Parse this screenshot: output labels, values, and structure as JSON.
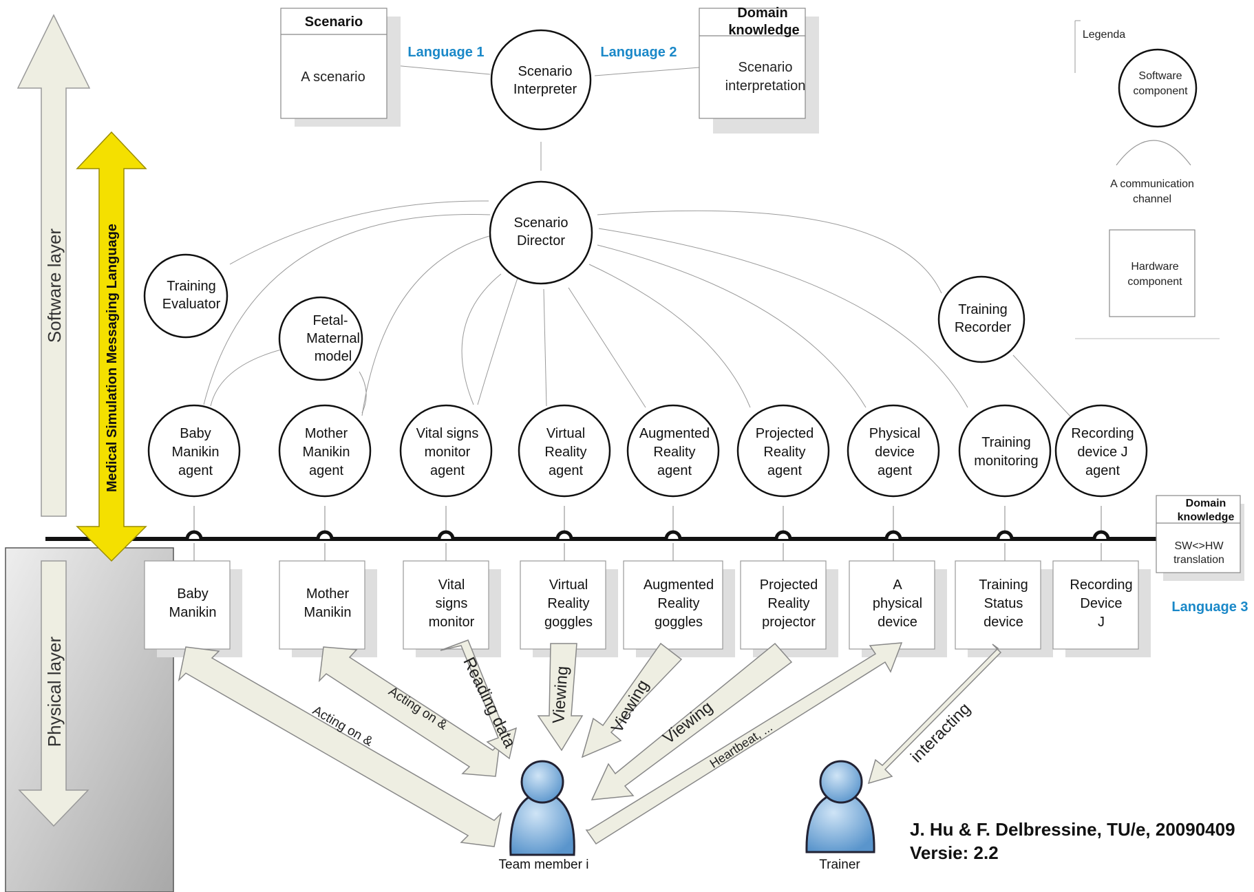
{
  "domain": "Diagram",
  "layers": {
    "software": "Software layer",
    "physical": "Physical layer",
    "messaging": "Medical Simulation Messaging Language"
  },
  "scenario_box": {
    "title": "Scenario",
    "body": "A scenario"
  },
  "domain_box_top": {
    "title_line1": "Domain",
    "title_line2": "knowledge",
    "body_line1": "Scenario",
    "body_line2": "interpretation"
  },
  "domain_box_right": {
    "title_line1": "Domain",
    "title_line2": "knowledge",
    "body_line1": "SW<>HW",
    "body_line2": "translation"
  },
  "languages": {
    "l1": "Language 1",
    "l2": "Language 2",
    "l3": "Language 3"
  },
  "interpreter": {
    "line1": "Scenario",
    "line2": "Interpreter"
  },
  "director": {
    "line1": "Scenario",
    "line2": "Director"
  },
  "evaluator": {
    "line1": "Training",
    "line2": "Evaluator"
  },
  "recorder": {
    "line1": "Training",
    "line2": "Recorder"
  },
  "fetal_model": {
    "line1": "Fetal-",
    "line2": "Maternal",
    "line3": "model"
  },
  "agents": [
    {
      "lines": [
        "Baby",
        "Manikin",
        "agent"
      ]
    },
    {
      "lines": [
        "Mother",
        "Manikin",
        "agent"
      ]
    },
    {
      "lines": [
        "Vital signs",
        "monitor",
        "agent"
      ]
    },
    {
      "lines": [
        "Virtual",
        "Reality",
        "agent"
      ]
    },
    {
      "lines": [
        "Augmented",
        "Reality",
        "agent"
      ]
    },
    {
      "lines": [
        "Projected",
        "Reality",
        "agent"
      ]
    },
    {
      "lines": [
        "Physical",
        "device",
        "agent"
      ]
    },
    {
      "lines": [
        "Training",
        "monitoring"
      ]
    },
    {
      "lines": [
        "Recording",
        "device J",
        "agent"
      ]
    }
  ],
  "devices": [
    {
      "lines": [
        "Baby",
        "Manikin"
      ]
    },
    {
      "lines": [
        "Mother",
        "Manikin"
      ]
    },
    {
      "lines": [
        "Vital",
        "signs",
        "monitor"
      ]
    },
    {
      "lines": [
        "Virtual",
        "Reality",
        "goggles"
      ]
    },
    {
      "lines": [
        "Augmented",
        "Reality",
        "goggles"
      ]
    },
    {
      "lines": [
        "Projected",
        "Reality",
        "projector"
      ]
    },
    {
      "lines": [
        "A",
        "physical",
        "device"
      ]
    },
    {
      "lines": [
        "Training",
        "Status",
        "device"
      ]
    },
    {
      "lines": [
        "Recording",
        "Device",
        "J"
      ]
    }
  ],
  "arrow_labels": {
    "acting1": "Acting on &",
    "acting2": "Acting on &",
    "reading": "Reading data",
    "viewing1": "Viewing",
    "viewing2": "Viewing",
    "viewing3": "Viewing",
    "heartbeat": "Heartbeat, ...",
    "interacting": "interacting"
  },
  "people": {
    "team": "Team member i",
    "trainer": "Trainer"
  },
  "legend": {
    "title": "Legenda",
    "software_line1": "Software",
    "software_line2": "component",
    "channel_line1": "A communication",
    "channel_line2": "channel",
    "hardware_line1": "Hardware",
    "hardware_line2": "component"
  },
  "credit": {
    "line1": "J. Hu & F. Delbressine, TU/e, 20090409",
    "line2": "Versie: 2.2"
  },
  "colors": {
    "language_blue": "#1a88c8",
    "yellow_arrow": "#f4e000",
    "gray_arrow": "#eeeee2",
    "person_blue": "#7ab0da"
  }
}
